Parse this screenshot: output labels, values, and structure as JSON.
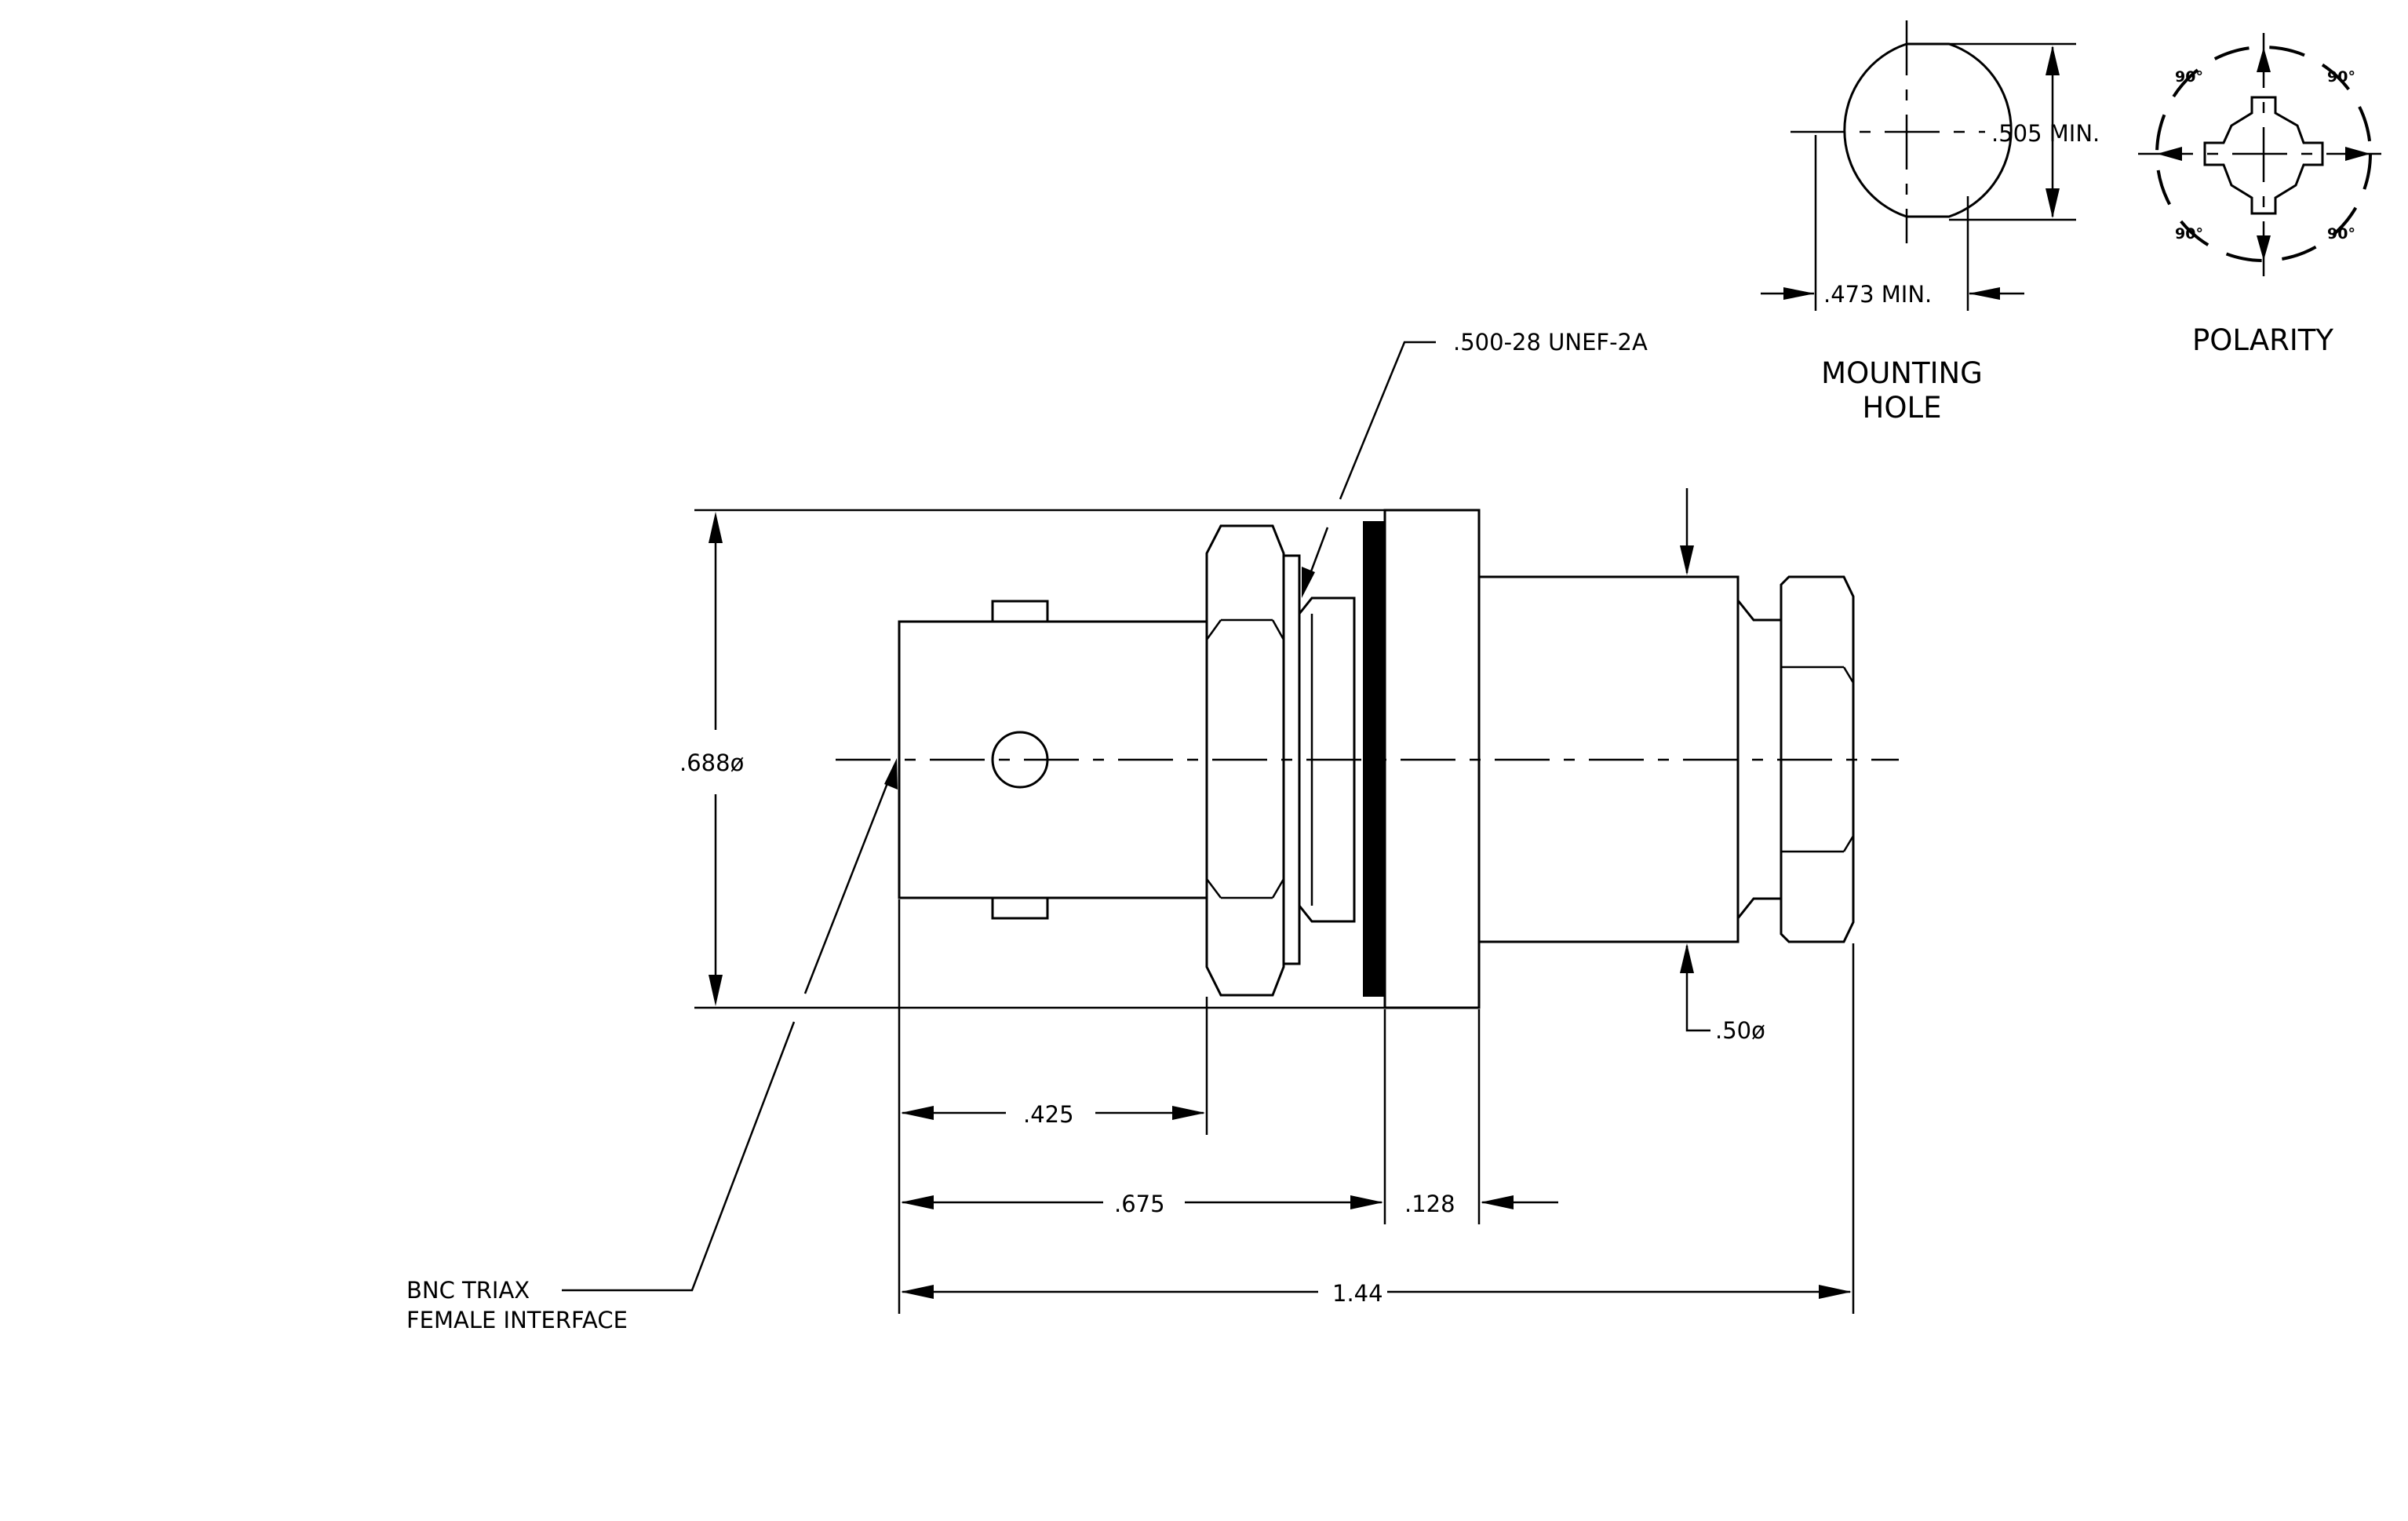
{
  "labels": {
    "thread_callout": ".500-28 UNEF-2A",
    "mounting_hole_dim_height": ".505 MIN.",
    "mounting_hole_dim_width": ".473 MIN.",
    "mounting_hole_title_line1": "MOUNTING",
    "mounting_hole_title_line2": "HOLE",
    "polarity_title": "POLARITY",
    "polarity_angles": [
      "90°",
      "90°",
      "90°",
      "90°"
    ],
    "diameter_overall": ".688ø",
    "diameter_body": ".50ø",
    "dim_interface_length": ".425",
    "dim_to_flange": ".675",
    "dim_flange": ".128",
    "dim_overall_length": "1.44",
    "interface_note_line1": "BNC TRIAX",
    "interface_note_line2": "FEMALE INTERFACE"
  },
  "colors": {
    "line": "#000000",
    "background": "#ffffff"
  }
}
